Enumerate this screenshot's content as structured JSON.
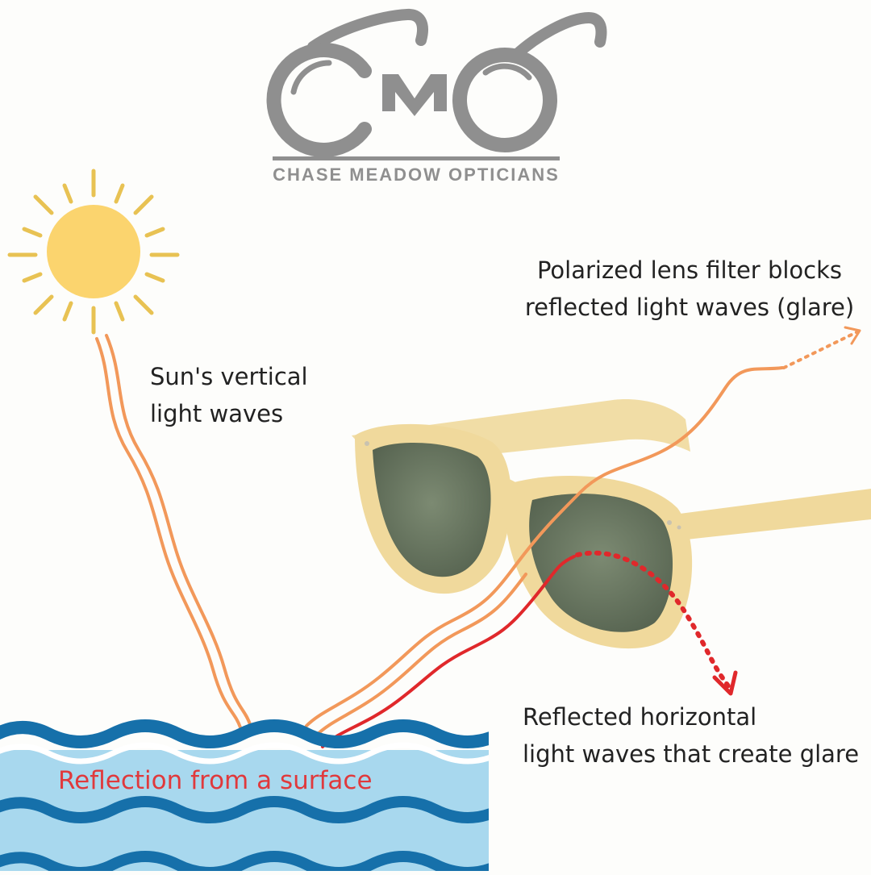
{
  "brand": {
    "monogram": "CMO",
    "name": "CHASE MEADOW OPTICIANS",
    "color": "#8f8f8f"
  },
  "labels": {
    "sun_waves": [
      "Sun's vertical",
      "light waves"
    ],
    "polarized": [
      "Polarized lens filter blocks",
      "reflected light waves (glare)"
    ],
    "reflected_glare": [
      "Reflected horizontal",
      "light waves that create glare"
    ],
    "reflection_surface": "Reflection from a surface"
  },
  "icons": {
    "sun": "sun-icon",
    "water": "water-waves-icon",
    "sunglasses": "sunglasses-icon"
  },
  "colors": {
    "sun": "#fbd46e",
    "sun_rays": "#e8c253",
    "light_wave": "#f2985a",
    "glare_wave": "#e0282b",
    "water_dark": "#1670aa",
    "water_light": "#a8d8ee",
    "reflection_text": "#e0393c",
    "frame": "#f0d99c",
    "lens": "#6d7a63"
  }
}
